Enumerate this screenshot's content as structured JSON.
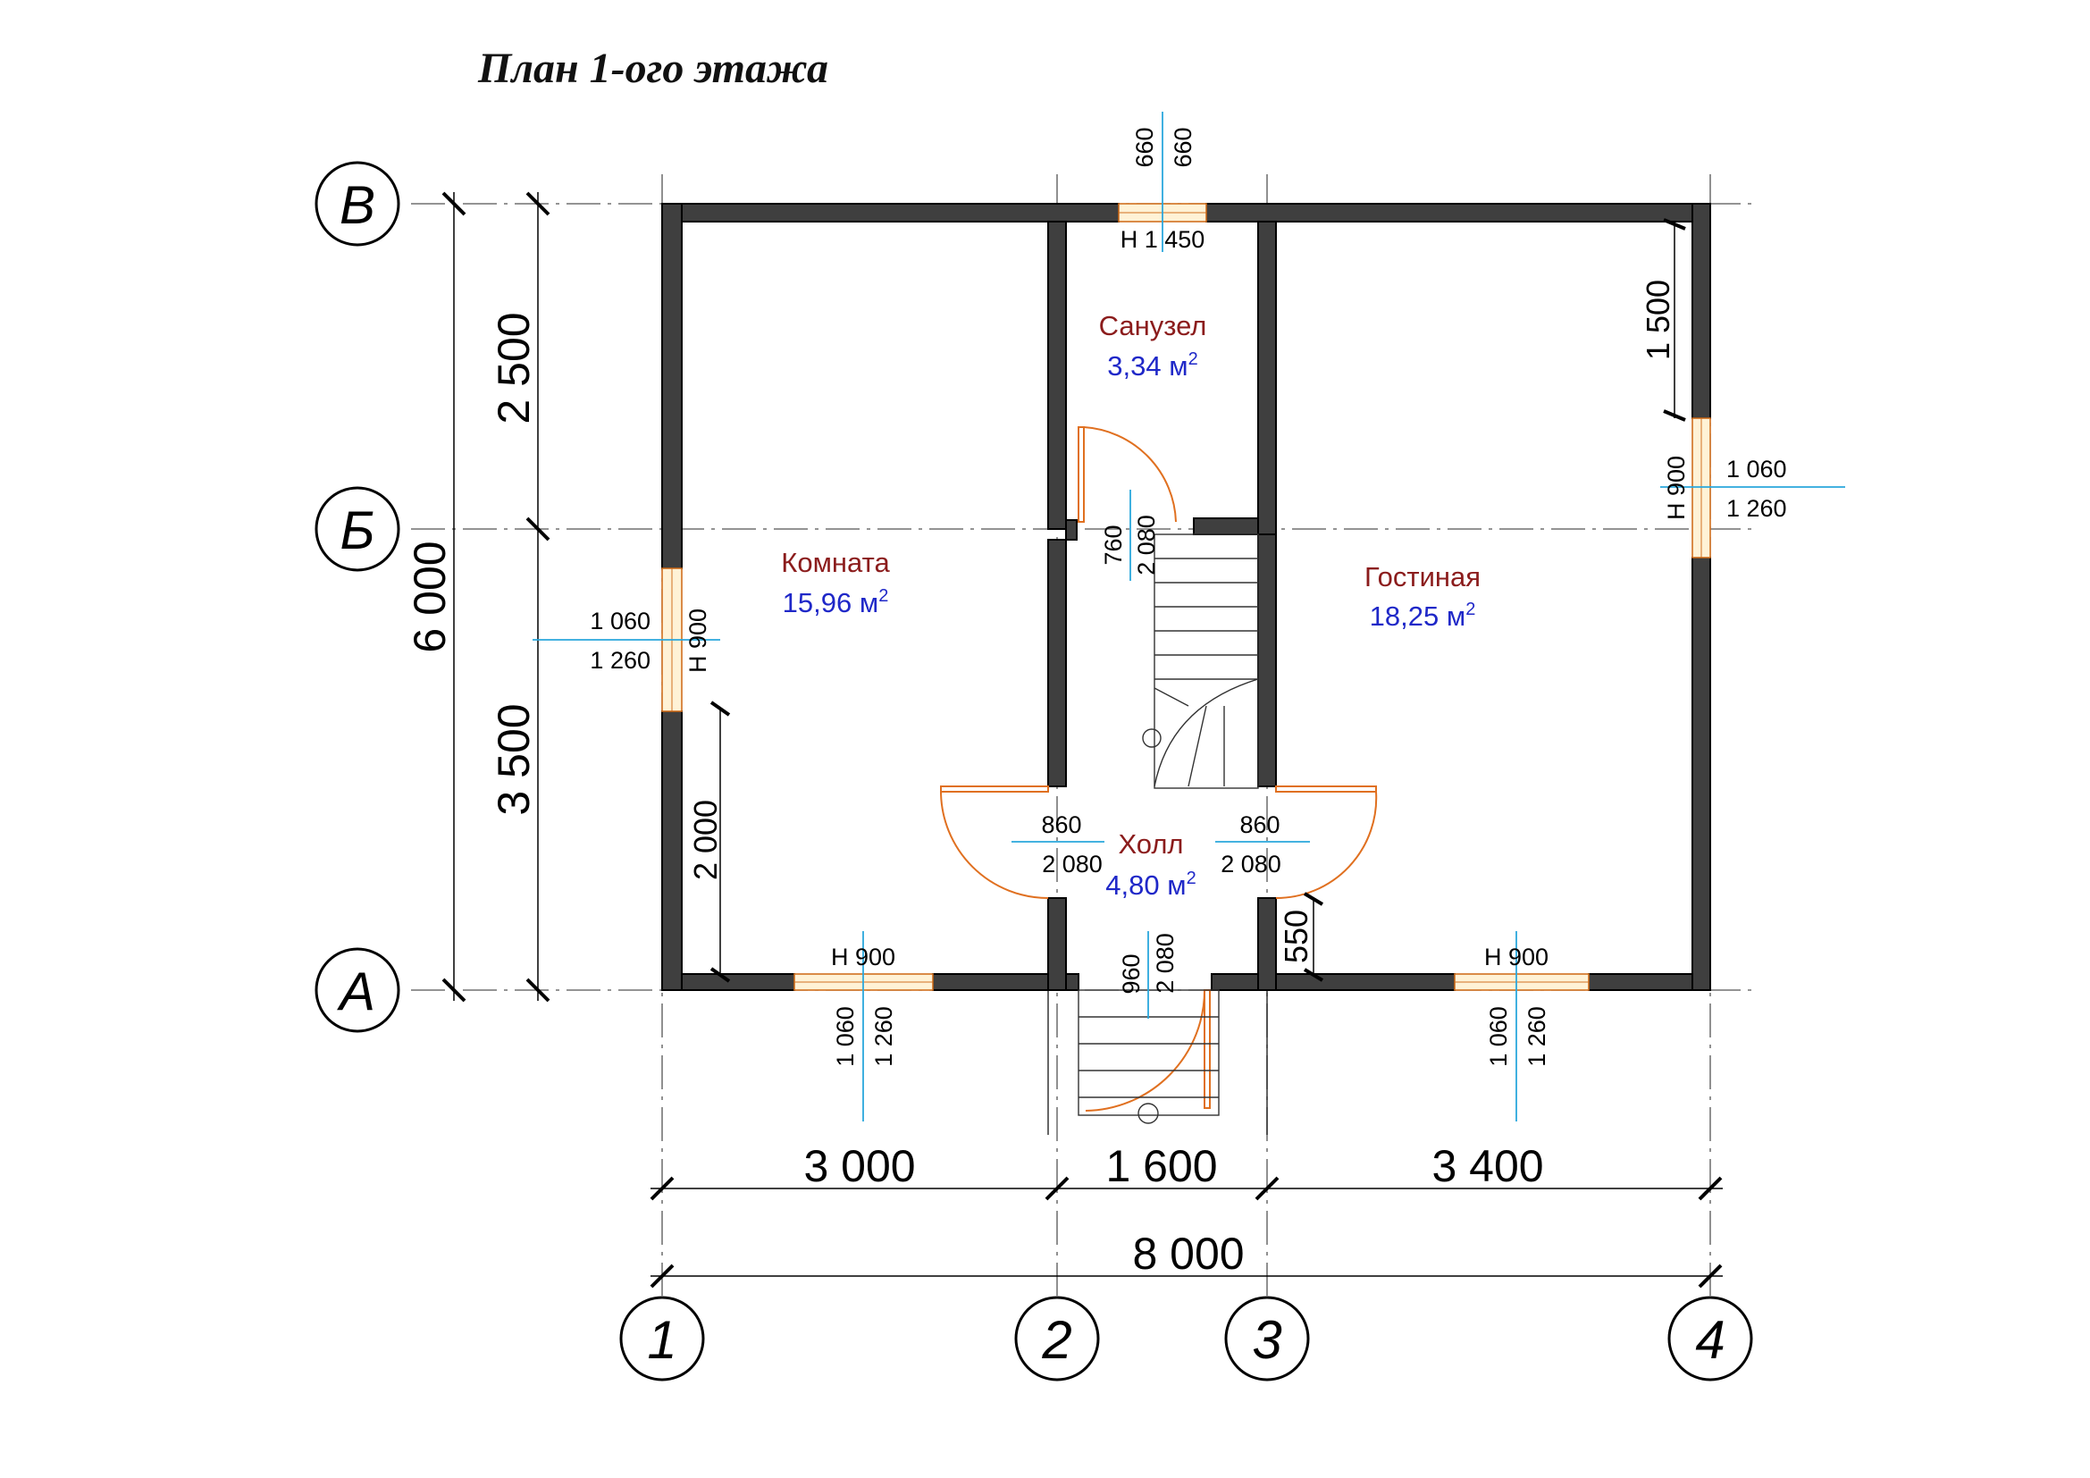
{
  "title": "План 1-ого этажа",
  "axes": {
    "rows": [
      "В",
      "Б",
      "А"
    ],
    "columns": [
      "1",
      "2",
      "3",
      "4"
    ]
  },
  "dimensions": {
    "left_total": "6 000",
    "left_upper": "2 500",
    "left_lower": "3 500",
    "bottom_col1": "3 000",
    "bottom_col2": "1 600",
    "bottom_col3": "3 400",
    "bottom_total": "8 000",
    "right_window_offset": "1 500",
    "left_window_offset": "2 000",
    "door_offset": "550"
  },
  "rooms": [
    {
      "name": "Комната",
      "area": "15,96 м",
      "sup": "2"
    },
    {
      "name": "Санузел",
      "area": "3,34 м",
      "sup": "2"
    },
    {
      "name": "Гостиная",
      "area": "18,25 м",
      "sup": "2"
    },
    {
      "name": "Холл",
      "area": "4,80 м",
      "sup": "2"
    }
  ],
  "openings": {
    "top_window": {
      "left": "660",
      "right": "660",
      "sill": "Н  1 450"
    },
    "right_window": {
      "sill": "Н  900",
      "width": "1 060",
      "height": "1 260"
    },
    "left_window": {
      "sill": "Н  900",
      "width": "1 060",
      "height": "1 260"
    },
    "bottom_left_window": {
      "sill": "Н  900",
      "width": "1 060",
      "height": "1 260"
    },
    "bottom_right_window": {
      "sill": "Н  900",
      "width": "1 060",
      "height": "1 260"
    },
    "bath_door": {
      "width": "760",
      "height": "2 080"
    },
    "hall_left_door": {
      "width": "860",
      "height": "2 080"
    },
    "hall_right_door": {
      "width": "860",
      "height": "2 080"
    },
    "entrance_door": {
      "width": "960",
      "height": "2 080"
    }
  }
}
